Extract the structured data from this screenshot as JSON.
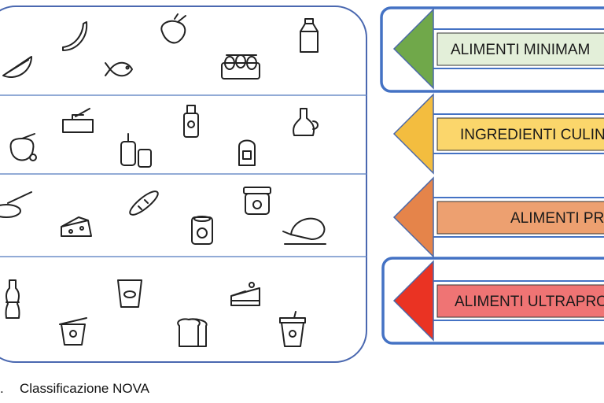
{
  "categories": [
    {
      "label": "ALIMENTI MINIMAM",
      "arrow_color": "#70a84a",
      "box_color": "#e3efd9",
      "highlighted": true
    },
    {
      "label": "INGREDIENTI CULIN",
      "arrow_color": "#f3bd3f",
      "box_color": "#fbd66b",
      "highlighted": false
    },
    {
      "label": "ALIMENTI PR",
      "arrow_color": "#e5844a",
      "box_color": "#eda070",
      "highlighted": false
    },
    {
      "label": "ALIMENTI ULTRAPRO",
      "arrow_color": "#ea3323",
      "box_color": "#ef7474",
      "highlighted": true
    }
  ],
  "frame_color": "#4472c4",
  "icons": {
    "row1": [
      "watermelon-icon",
      "banana-icon",
      "fish-icon",
      "strawberry-icon",
      "eggs-icon",
      "milk-carton-icon"
    ],
    "row2": [
      "honey-icon",
      "butter-icon",
      "condiments-icon",
      "sauce-bottle-icon",
      "salt-shaker-icon",
      "oil-bottle-icon"
    ],
    "row3": [
      "canned-fish-icon",
      "cheese-icon",
      "bread-icon",
      "can-icon",
      "jam-jar-icon",
      "ham-icon"
    ],
    "row4": [
      "soda-bottle-icon",
      "yogurt-icon",
      "chips-icon",
      "sliced-bread-icon",
      "cake-icon",
      "drink-cup-icon"
    ]
  },
  "caption": {
    "number": ".",
    "text": "Classificazione NOVA"
  }
}
